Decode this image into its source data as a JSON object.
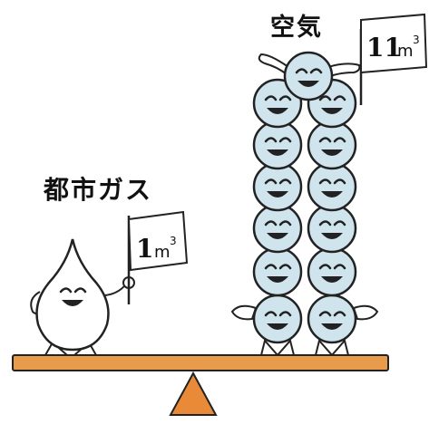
{
  "labels": {
    "city_gas": "都市ガス",
    "air": "空気"
  },
  "flags": {
    "gas_flag": {
      "number": "1",
      "unit": "m",
      "exponent": "3"
    },
    "air_flag": {
      "number": "11",
      "unit": "m",
      "exponent": "3"
    }
  },
  "characters": {
    "gas_droplet_count": 1,
    "air_bubble_count": 13
  },
  "colors": {
    "bubble_fill": "#cfe4ec",
    "droplet_fill": "#ffffff",
    "beam": "#e89b4a",
    "fulcrum": "#e98a38",
    "outline": "#222222"
  }
}
